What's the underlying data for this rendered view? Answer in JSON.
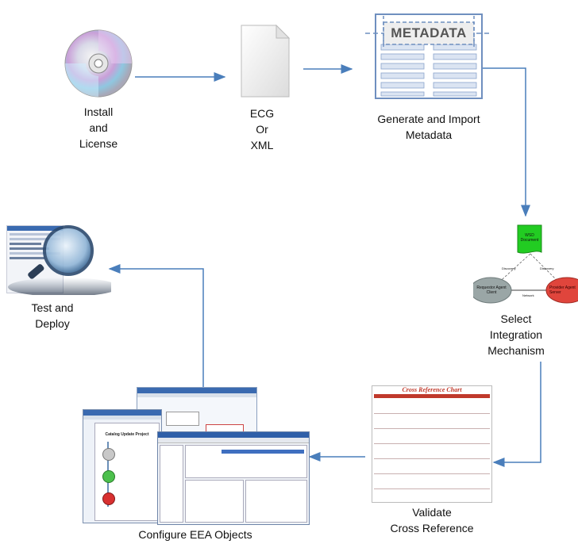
{
  "steps": {
    "install": {
      "label": "Install\nand\nLicense",
      "icon": "cd-disc-icon"
    },
    "ecg": {
      "label": "ECG\nOr\nXML",
      "icon": "document-file-icon"
    },
    "metadata": {
      "label": "Generate and Import\nMetadata",
      "icon": "metadata-table-icon",
      "banner": "METADATA"
    },
    "integration": {
      "label": "Select\nIntegration\nMechanism",
      "icon": "integration-diagram-icon",
      "doc_label": "WSD\nDocument",
      "left_node": "Requestor Agent\nClient",
      "right_node": "Provider Agent\nServer",
      "edge_left": "Discovery",
      "edge_right": "Discovery",
      "edge_bottom": "Network"
    },
    "cross_reference": {
      "label": "Validate\nCross Reference",
      "icon": "cross-reference-chart-icon",
      "chart_title": "Cross Reference Chart"
    },
    "configure": {
      "label": "Configure EEA Objects",
      "icon": "app-screenshots-icon",
      "window_title": "Catalog Update Project"
    },
    "test": {
      "label": "Test and\nDeploy",
      "icon": "magnifying-glass-icon"
    }
  },
  "colors": {
    "arrow": "#4a7ebb",
    "doc_green": "#22cc22",
    "node_gray": "#9aa6a6",
    "node_red": "#e0453c",
    "chart_header": "#c0392b"
  }
}
